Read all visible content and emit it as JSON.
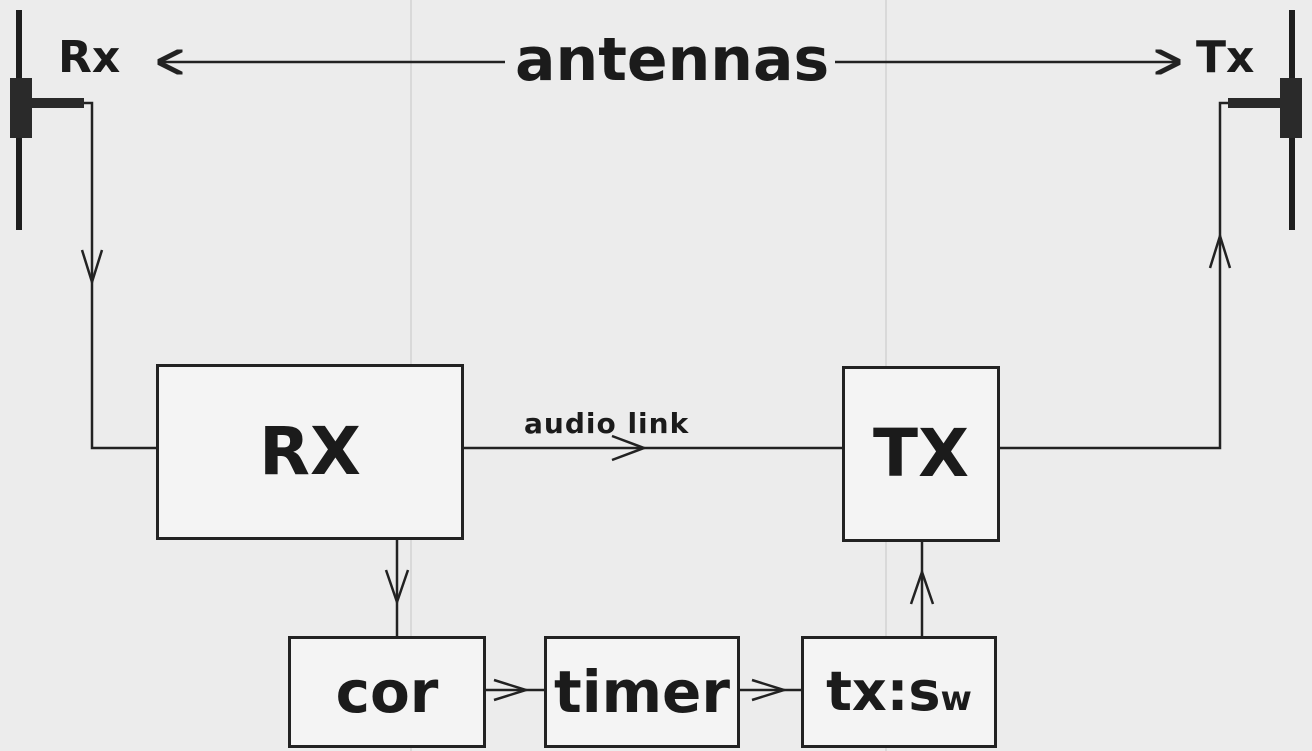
{
  "title": "antennas",
  "antennas": {
    "receive_label": "Rx",
    "transmit_label": "Tx"
  },
  "blocks": {
    "rx": "RX",
    "tx": "TX",
    "cor": "cor",
    "timer": "timer",
    "txsw": "tx:s",
    "txsw_sub": "w"
  },
  "links": {
    "audio": "audio link"
  },
  "colors": {
    "ink": "#222222",
    "paper": "#ececec"
  }
}
